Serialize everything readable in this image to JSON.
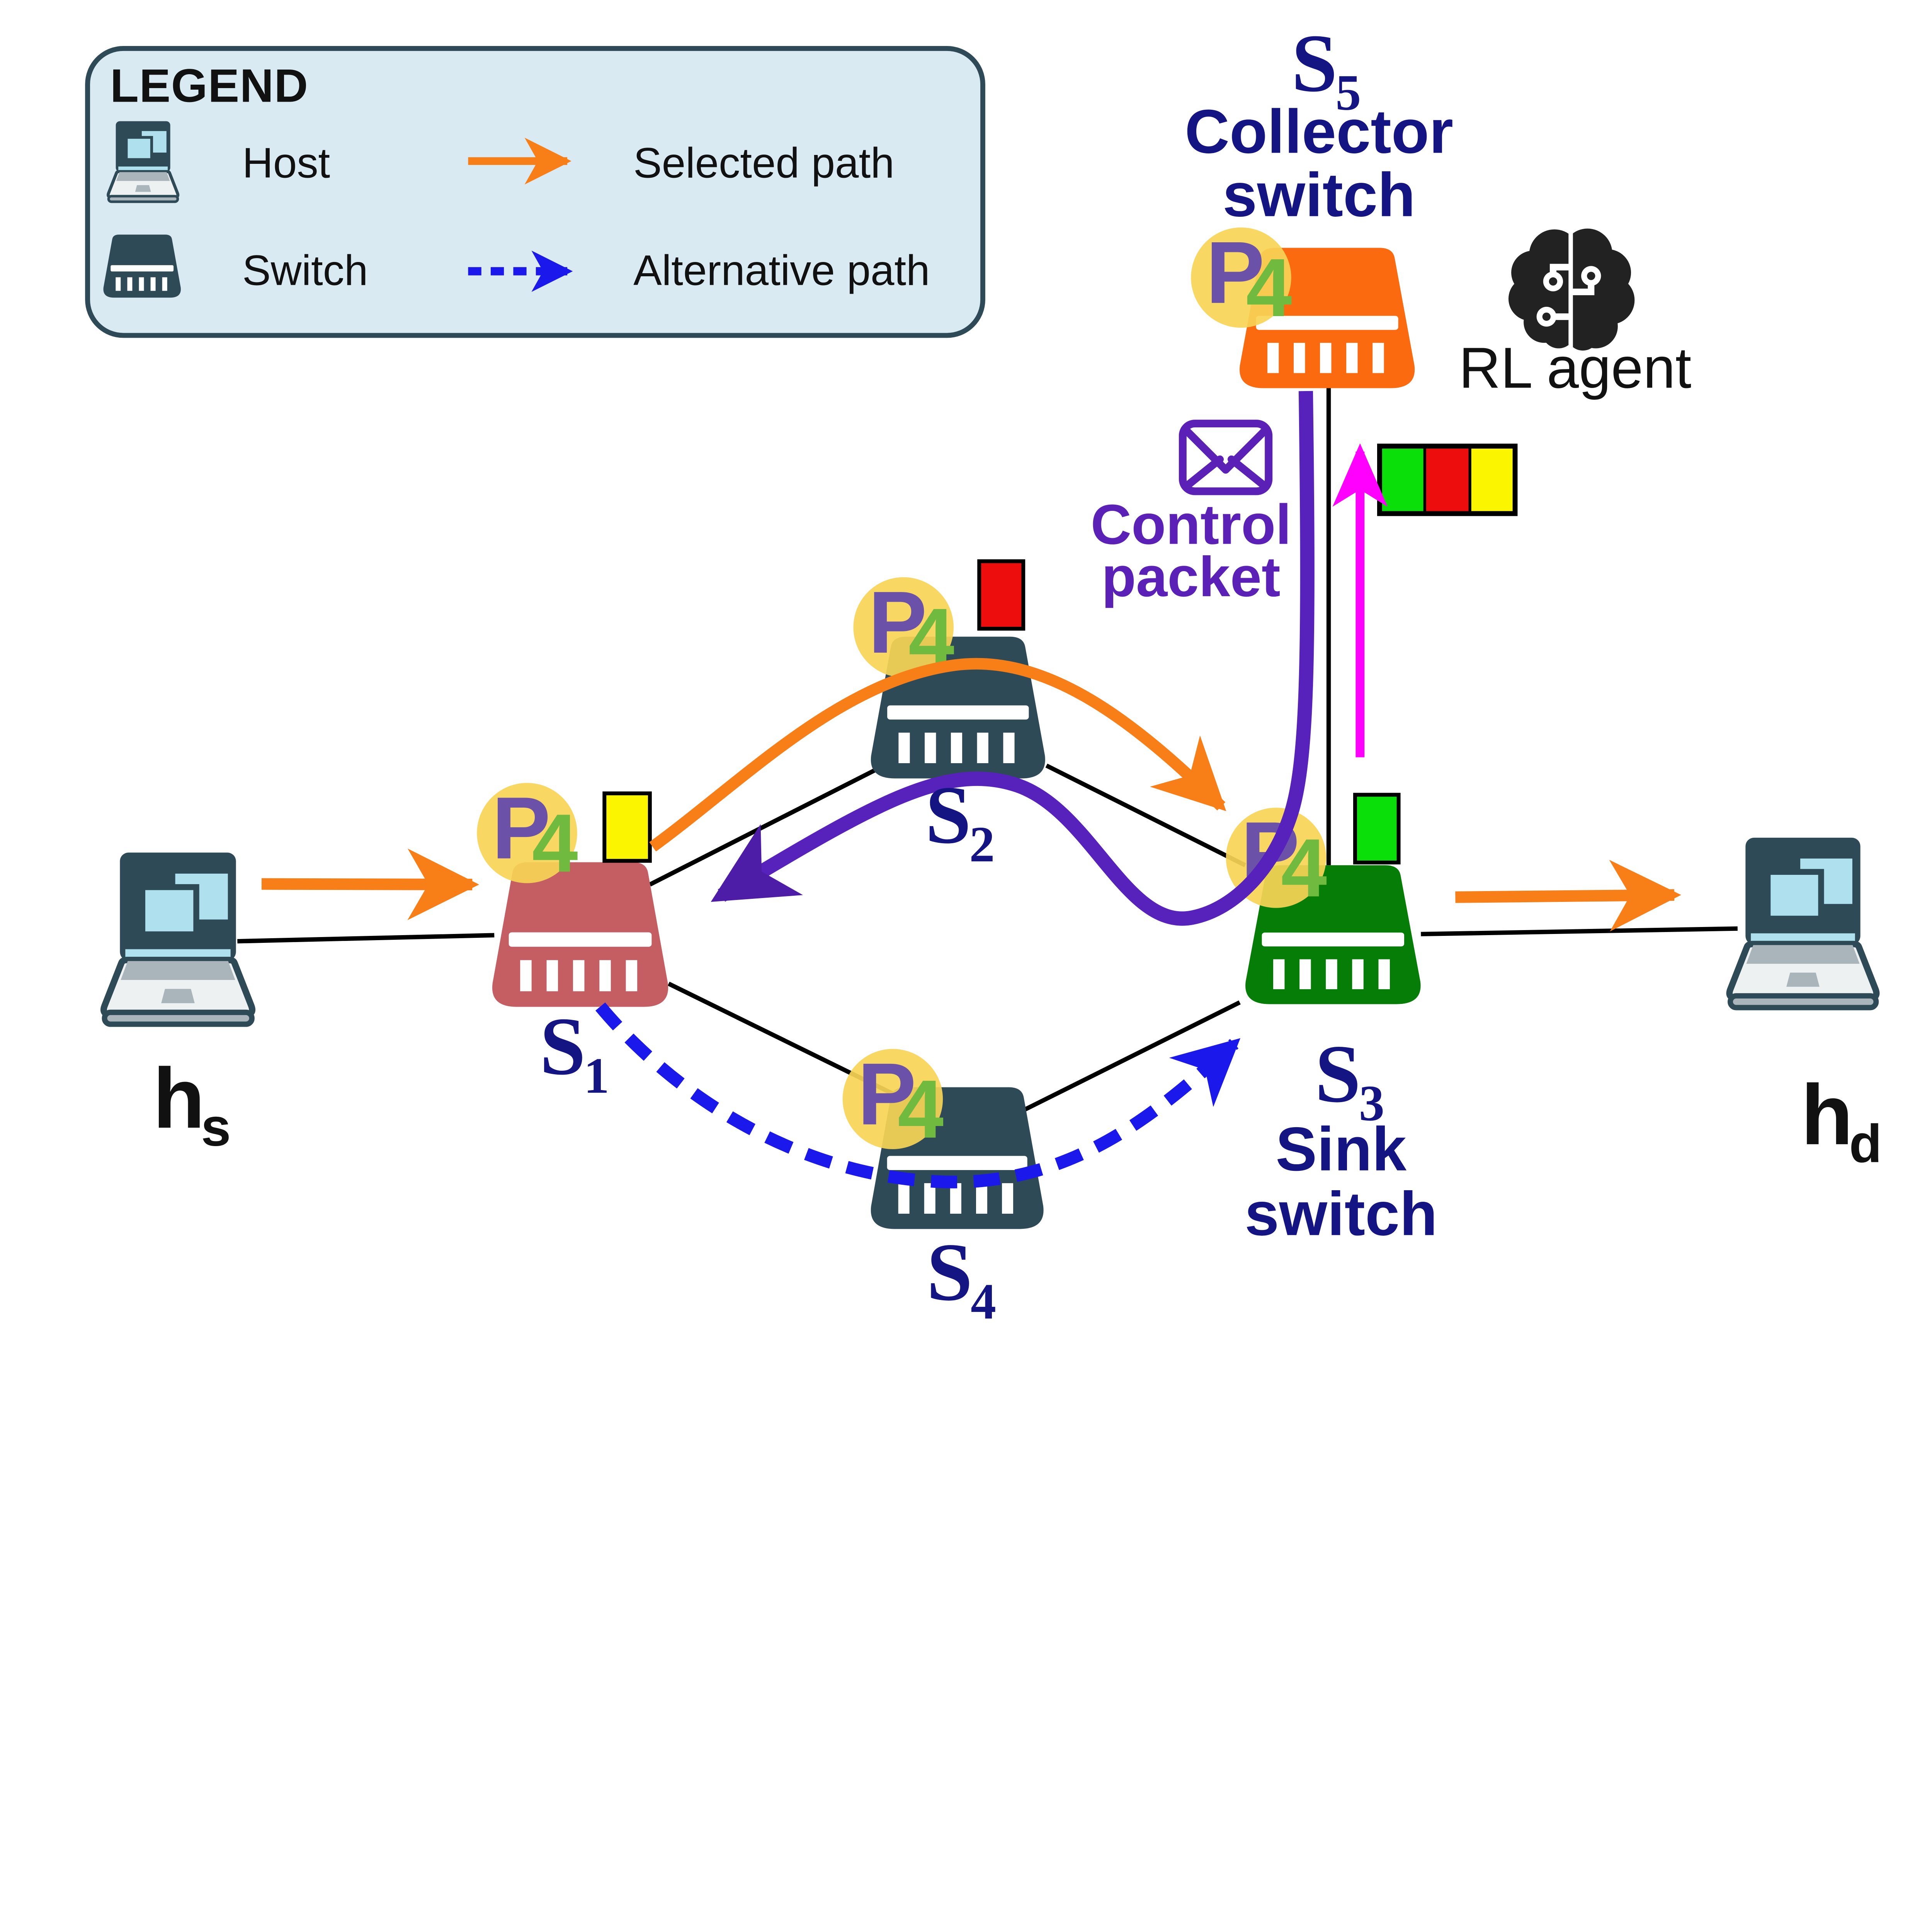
{
  "legend": {
    "title": "LEGEND",
    "host_label": "Host",
    "switch_label": "Switch",
    "selected_path_label": "Selected path",
    "alternative_path_label": "Alternative path"
  },
  "nodes": {
    "hs": {
      "name": "h",
      "sub": "s"
    },
    "hd": {
      "name": "h",
      "sub": "d"
    },
    "s1": {
      "name": "S",
      "sub": "1"
    },
    "s2": {
      "name": "S",
      "sub": "2"
    },
    "s3": {
      "name": "S",
      "sub": "3",
      "role_line1": "Sink",
      "role_line2": "switch"
    },
    "s4": {
      "name": "S",
      "sub": "4"
    },
    "s5": {
      "name": "S",
      "sub": "5",
      "role_line1": "Collector",
      "role_line2": "switch"
    }
  },
  "annotations": {
    "rl_agent": "RL agent",
    "control_packet_line1": "Control",
    "control_packet_line2": "packet",
    "p4_label_p": "P",
    "p4_label_4": "4"
  },
  "colors": {
    "orange": "#F87E17",
    "blue": "#1B18EB",
    "purple": "#5722BC",
    "magenta": "#FF00FF",
    "navy": "#141482",
    "slate": "#2F4A57",
    "switch_red": "#C55E63",
    "switch_green": "#067D07",
    "switch_orange": "#FB6A0F",
    "legend_bg": "#D9EAF2",
    "badge_yellow": "#F7D456",
    "p4_p_purple": "#6C51A8",
    "p4_4_green": "#6FBA3F",
    "rect_yellow": "#FBF500",
    "rect_red": "#EE0D0D",
    "rect_green": "#0ADF0A",
    "black": "#111111"
  }
}
